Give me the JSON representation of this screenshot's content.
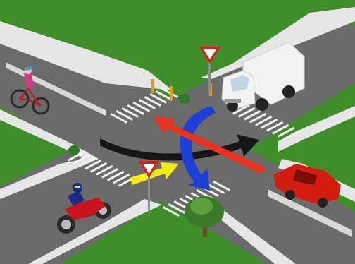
{
  "scene": {
    "colors": {
      "grass": "#3f8e2a",
      "grass_light": "#4c9a33",
      "road": "#6b6b6b",
      "sidewalk": "#e6e6e6",
      "curb": "#cfcfcf",
      "crosswalk": "#f4f4f4",
      "arrow_red": "#e8321e",
      "arrow_blue": "#1c3fd6",
      "arrow_black": "#161616",
      "arrow_yellow": "#f4ec1a",
      "car_red": "#d31d10",
      "truck_white": "#f2f2f2",
      "yield_red": "#d91d1d"
    },
    "elements": {
      "truck": "delivery-truck",
      "car": "red-car",
      "motorcycle": "motorcycle-with-rider",
      "bicycle": "bicycle-with-rider",
      "tree": "small-tree",
      "signs": [
        "yield-sign",
        "yield-sign"
      ],
      "arrows": [
        "red-straight-arrow",
        "blue-turning-arrow",
        "black-straight-arrow",
        "yellow-turning-arrow"
      ]
    }
  }
}
